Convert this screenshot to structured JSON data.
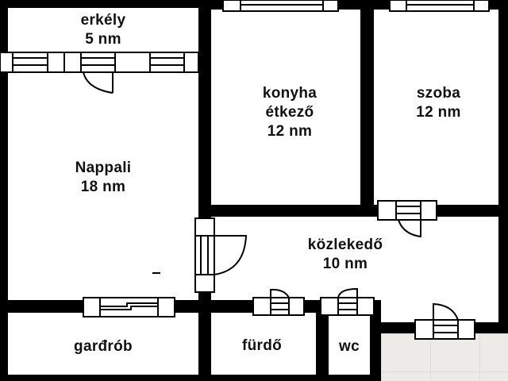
{
  "plan": {
    "colors": {
      "wall": "#000000",
      "floor": "#ffffff",
      "outside_tiles": "#ecebe8"
    },
    "rooms": {
      "erkely": {
        "name": "erkély",
        "area": "5 nm"
      },
      "nappali": {
        "name": "Nappali",
        "area": "18 nm"
      },
      "konyha": {
        "name_line1": "konyha",
        "name_line2": "étkező",
        "area": "12 nm"
      },
      "szoba": {
        "name": "szoba",
        "area": "12 nm"
      },
      "kozlekedo": {
        "name": "közlekedő",
        "area": "10 nm"
      },
      "gardrob": {
        "name": "garđrób"
      },
      "furdo": {
        "name": "fürdő"
      },
      "wc": {
        "name": "wc"
      }
    }
  }
}
